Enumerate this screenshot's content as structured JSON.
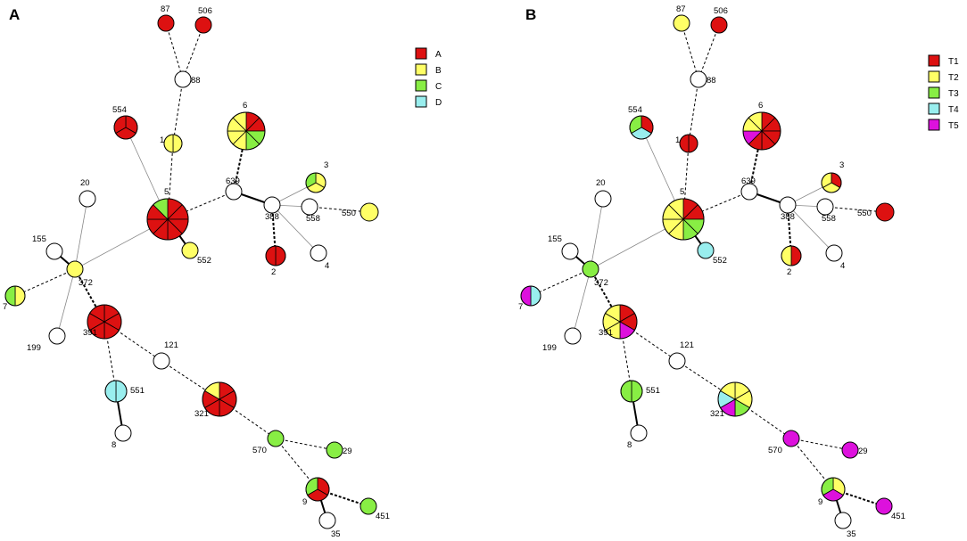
{
  "colors": {
    "red": "#dd1111",
    "yellow": "#ffff66",
    "green": "#88ee44",
    "cyan": "#99eeee",
    "magenta": "#dd11dd",
    "white": "#ffffff"
  },
  "panels": [
    {
      "letter": "A",
      "legend": [
        {
          "label": "A",
          "color": "red"
        },
        {
          "label": "B",
          "color": "yellow"
        },
        {
          "label": "C",
          "color": "green"
        },
        {
          "label": "D",
          "color": "cyan"
        }
      ],
      "pies": {
        "87": [
          [
            "red",
            1
          ]
        ],
        "506": [
          [
            "red",
            1
          ]
        ],
        "1": [
          [
            "yellow",
            2
          ]
        ],
        "554": [
          [
            "red",
            3
          ]
        ],
        "6": [
          [
            "red",
            2
          ],
          [
            "green",
            2
          ],
          [
            "yellow",
            4
          ]
        ],
        "3": [
          [
            "yellow",
            2
          ],
          [
            "green",
            1
          ]
        ],
        "5": [
          [
            "red",
            7
          ],
          [
            "green",
            1
          ]
        ],
        "550": [
          [
            "yellow",
            1
          ]
        ],
        "552": [
          [
            "yellow",
            1
          ]
        ],
        "2": [
          [
            "red",
            2
          ]
        ],
        "372": [
          [
            "yellow",
            1
          ]
        ],
        "7": [
          [
            "yellow",
            1
          ],
          [
            "green",
            1
          ]
        ],
        "391": [
          [
            "red",
            6
          ]
        ],
        "551": [
          [
            "cyan",
            2
          ]
        ],
        "321": [
          [
            "red",
            5
          ],
          [
            "yellow",
            1
          ]
        ],
        "570": [
          [
            "green",
            1
          ]
        ],
        "29": [
          [
            "green",
            1
          ]
        ],
        "9": [
          [
            "red",
            2
          ],
          [
            "green",
            1
          ]
        ],
        "451": [
          [
            "green",
            1
          ]
        ]
      }
    },
    {
      "letter": "B",
      "legend": [
        {
          "label": "T1",
          "color": "red"
        },
        {
          "label": "T2",
          "color": "yellow"
        },
        {
          "label": "T3",
          "color": "green"
        },
        {
          "label": "T4",
          "color": "cyan"
        },
        {
          "label": "T5",
          "color": "magenta"
        }
      ],
      "pies": {
        "87": [
          [
            "yellow",
            1
          ]
        ],
        "506": [
          [
            "red",
            1
          ]
        ],
        "1": [
          [
            "red",
            2
          ]
        ],
        "554": [
          [
            "red",
            1
          ],
          [
            "cyan",
            1
          ],
          [
            "green",
            1
          ]
        ],
        "6": [
          [
            "red",
            5
          ],
          [
            "magenta",
            1
          ],
          [
            "yellow",
            2
          ]
        ],
        "3": [
          [
            "red",
            1
          ],
          [
            "yellow",
            2
          ]
        ],
        "5": [
          [
            "red",
            2
          ],
          [
            "green",
            2
          ],
          [
            "yellow",
            4
          ]
        ],
        "550": [
          [
            "red",
            1
          ]
        ],
        "552": [
          [
            "cyan",
            1
          ]
        ],
        "2": [
          [
            "red",
            1
          ],
          [
            "yellow",
            1
          ]
        ],
        "372": [
          [
            "green",
            1
          ]
        ],
        "7": [
          [
            "cyan",
            1
          ],
          [
            "magenta",
            1
          ]
        ],
        "391": [
          [
            "red",
            2
          ],
          [
            "magenta",
            1
          ],
          [
            "yellow",
            3
          ]
        ],
        "551": [
          [
            "green",
            2
          ]
        ],
        "321": [
          [
            "yellow",
            2
          ],
          [
            "green",
            1
          ],
          [
            "magenta",
            1
          ],
          [
            "cyan",
            1
          ],
          [
            "yellow",
            1
          ]
        ],
        "570": [
          [
            "magenta",
            1
          ]
        ],
        "29": [
          [
            "magenta",
            1
          ]
        ],
        "9": [
          [
            "yellow",
            1
          ],
          [
            "magenta",
            1
          ],
          [
            "green",
            1
          ]
        ],
        "451": [
          [
            "magenta",
            1
          ]
        ]
      }
    }
  ]
}
